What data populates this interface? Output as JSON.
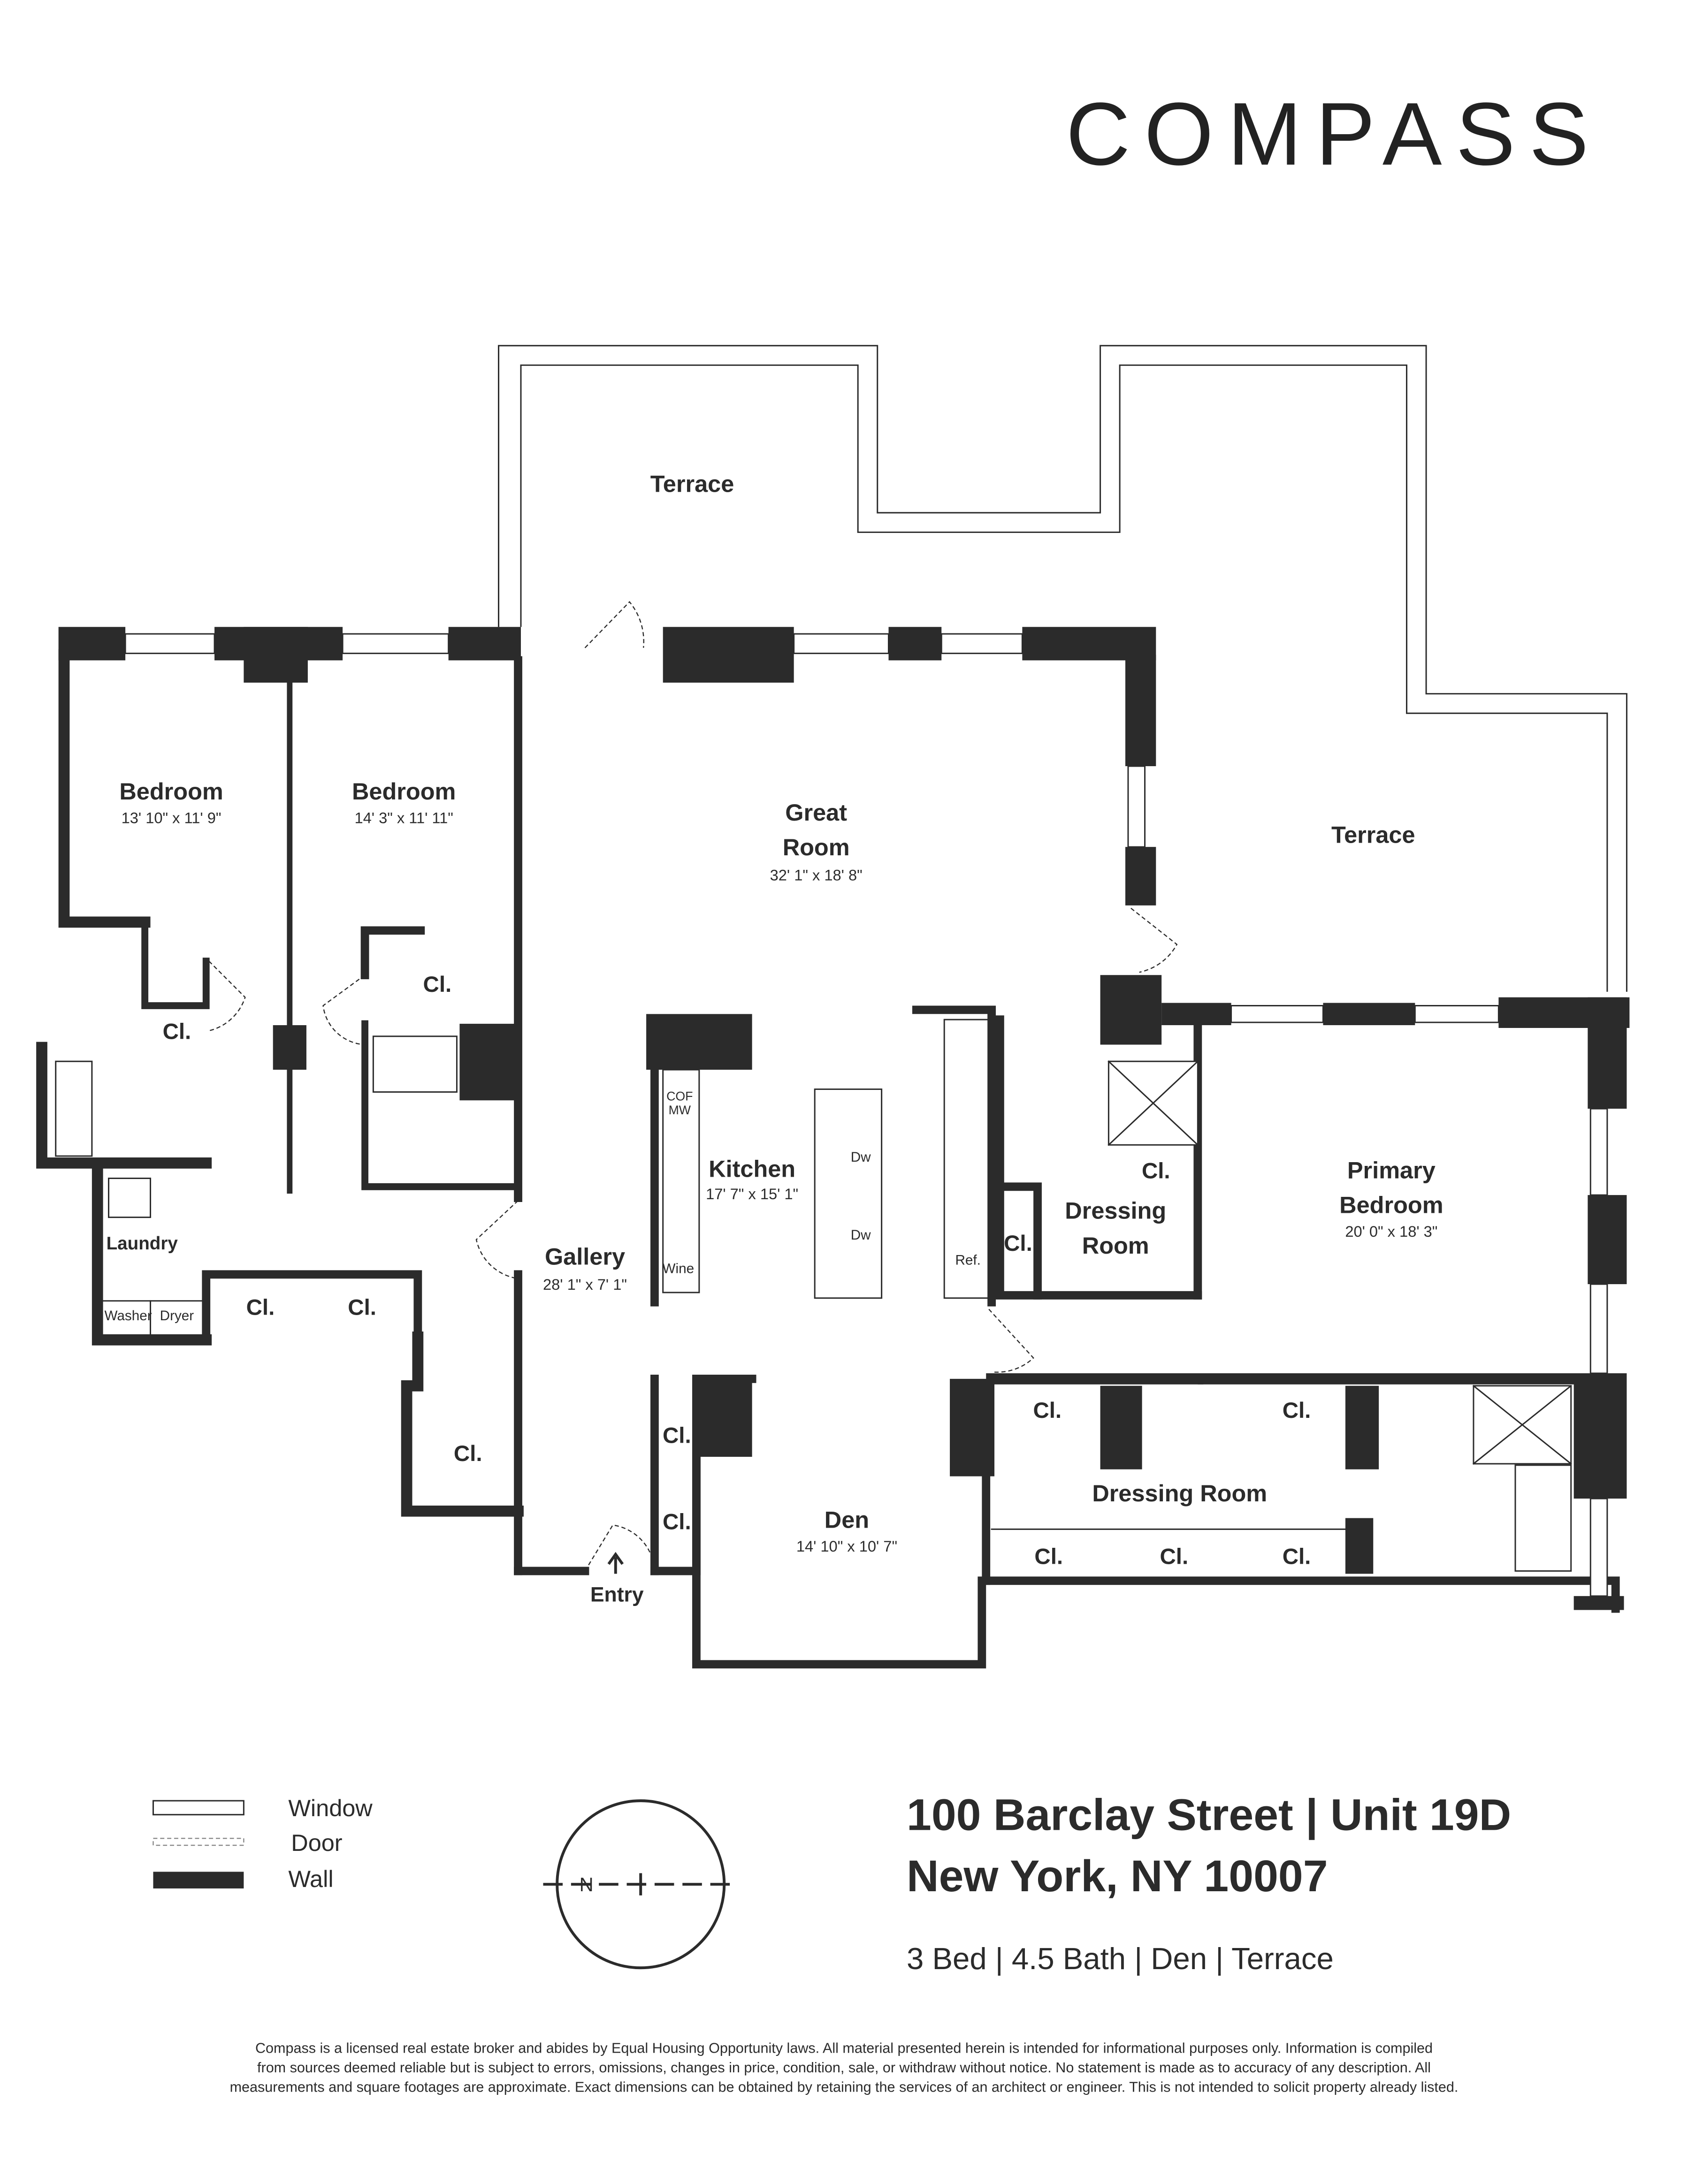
{
  "brand": {
    "logo": "COMPASS"
  },
  "rooms": {
    "terrace_top": "Terrace",
    "terrace_right": "Terrace",
    "bedroom1": {
      "name": "Bedroom",
      "dims": "13' 10\" x 11' 9\""
    },
    "bedroom2": {
      "name": "Bedroom",
      "dims": "14' 3\" x 11' 11\""
    },
    "great_room": {
      "name_line1": "Great",
      "name_line2": "Room",
      "dims": "32' 1\" x 18' 8\""
    },
    "kitchen": {
      "name": "Kitchen",
      "dims": "17' 7\" x 15' 1\""
    },
    "gallery": {
      "name": "Gallery",
      "dims": "28' 1\" x 7' 1\""
    },
    "primary_bedroom": {
      "name_line1": "Primary",
      "name_line2": "Bedroom",
      "dims": "20' 0\" x 18' 3\""
    },
    "dressing_room_upper": {
      "name_line1": "Dressing",
      "name_line2": "Room"
    },
    "dressing_room_lower": {
      "name": "Dressing Room"
    },
    "den": {
      "name": "Den",
      "dims": "14' 10\" x 10' 7\""
    },
    "laundry": "Laundry",
    "washer": "Washer",
    "dryer": "Dryer",
    "closet": "Cl.",
    "entry": "Entry",
    "cof": "COF",
    "mw": "MW",
    "wine": "Wine",
    "dw": "Dw",
    "ref": "Ref."
  },
  "legend": {
    "window": "Window",
    "door": "Door",
    "wall": "Wall"
  },
  "compass_rose": {
    "north": "N"
  },
  "listing": {
    "address_line1": "100 Barclay Street | Unit 19D",
    "address_line2": "New York, NY 10007",
    "summary": "3 Bed | 4.5 Bath | Den | Terrace"
  },
  "disclaimer": {
    "line1": "Compass is a licensed real estate broker and abides by Equal Housing Opportunity laws. All material presented herein is intended for informational purposes only. Information is compiled",
    "line2": "from sources deemed reliable but is subject to errors, omissions, changes in price, condition, sale, or withdraw without notice. No statement is made as to accuracy of any description. All",
    "line3": "measurements and square footages are approximate. Exact dimensions can be obtained by retaining the services of an architect or engineer. This is not intended to solicit property already listed."
  },
  "colors": {
    "ink": "#2b2b2b",
    "background": "#ffffff"
  }
}
